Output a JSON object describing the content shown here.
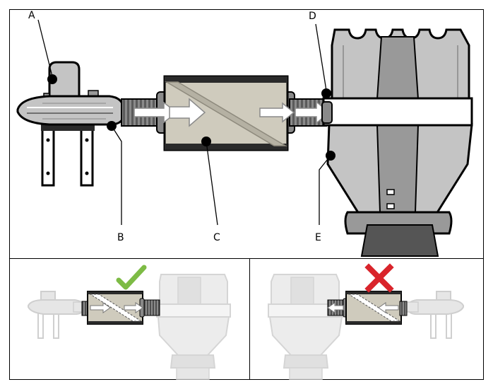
{
  "labels": {
    "a": "A",
    "b": "B",
    "c": "C",
    "d": "D",
    "e": "E"
  },
  "panels": {
    "correct": {
      "icon": "checkmark-icon",
      "color": "#7dbb45"
    },
    "incorrect": {
      "icon": "cross-icon",
      "color": "#d9242b"
    }
  },
  "colors": {
    "outline": "#000000",
    "body_gray": "#c4c4c4",
    "dark_gray": "#7a7a7a",
    "filter_fill": "#cfcbbd",
    "faded": "#e6e6e6"
  }
}
